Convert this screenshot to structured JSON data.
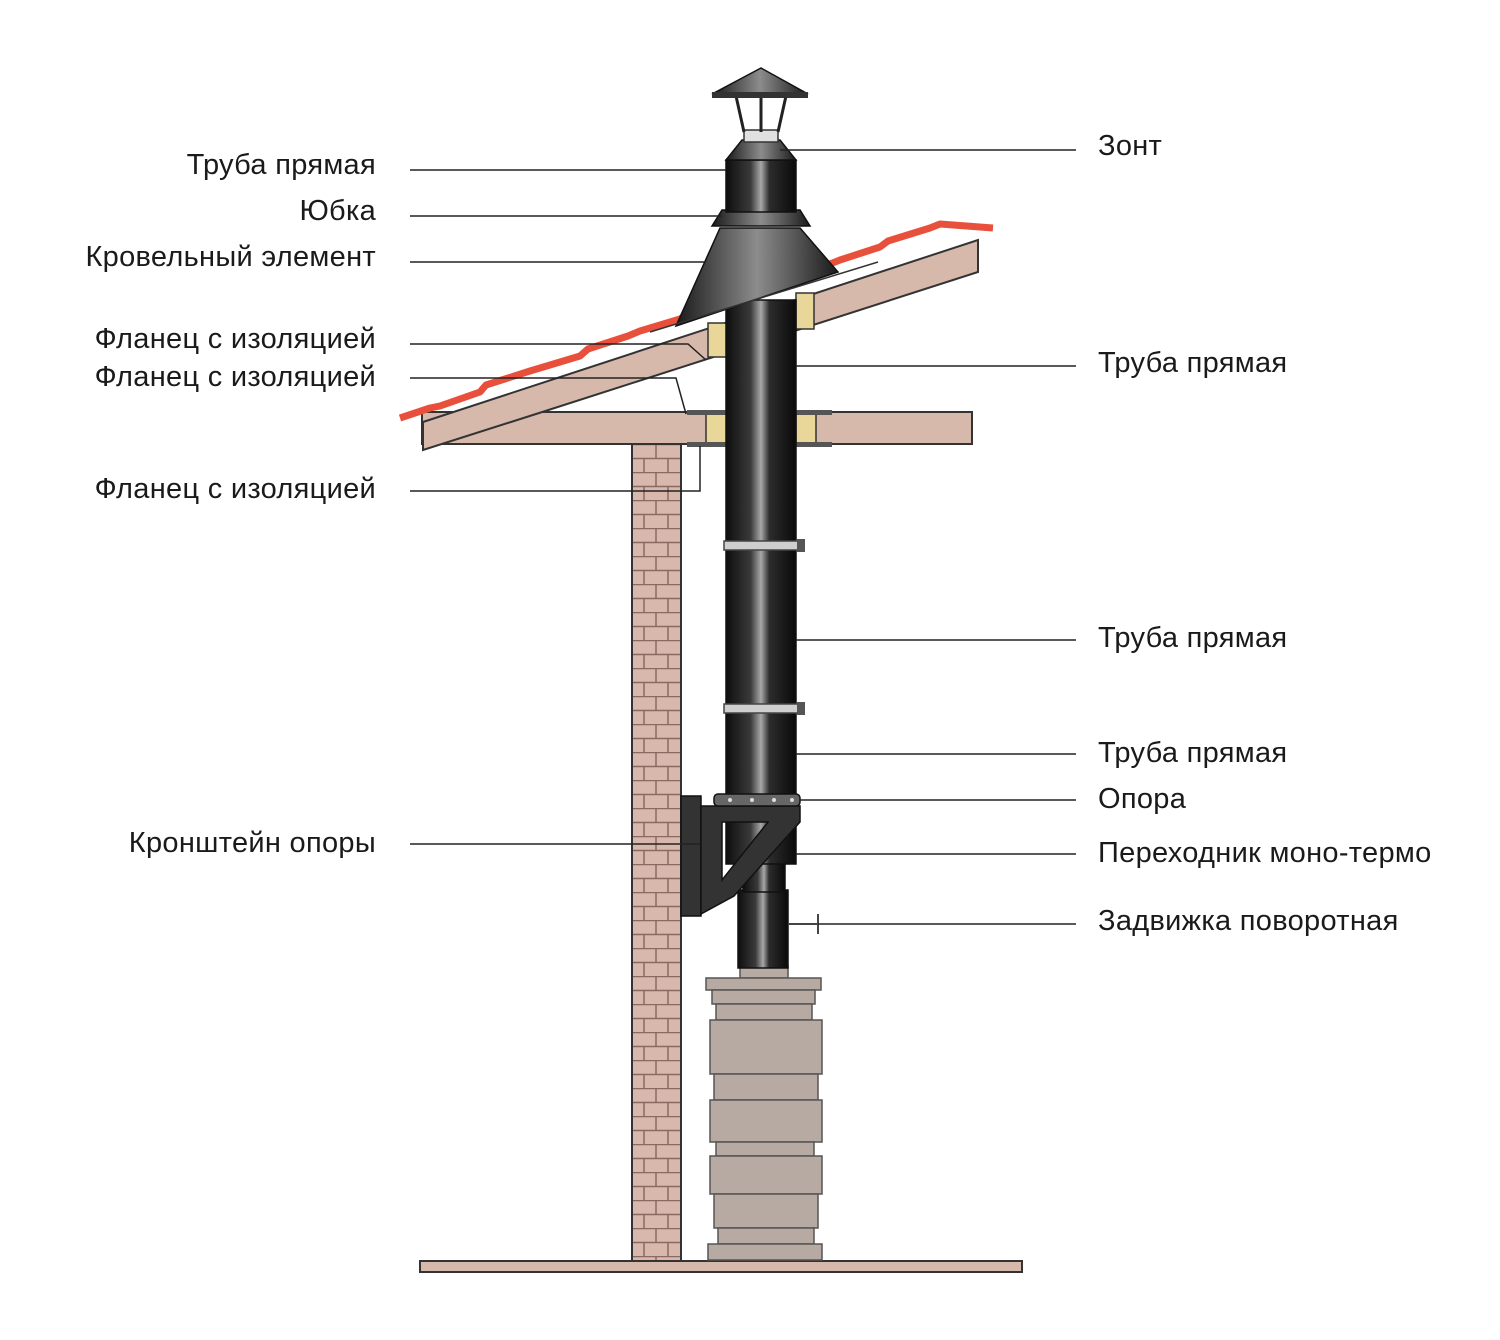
{
  "colors": {
    "pipe_dark": "#1c1c1c",
    "pipe_highlight": "#9a9a9a",
    "brick_fill": "#d8b8ac",
    "brick_line": "#8a6a60",
    "wood": "#d7b9ac",
    "tile": "#e8503c",
    "insulation": "#e9d79a",
    "stove": "#b6aaa2",
    "leader": "#222222"
  },
  "labels": {
    "left": {
      "pipe_top": "Труба прямая",
      "skirt": "Юбка",
      "roof_element": "Кровельный элемент",
      "flange_1": "Фланец с изоляцией",
      "flange_2": "Фланец с изоляцией",
      "flange_3": "Фланец с изоляцией",
      "bracket": "Кронштейн опоры"
    },
    "right": {
      "cap": "Зонт",
      "pipe_attic": "Труба прямая",
      "pipe_mid": "Труба прямая",
      "pipe_low": "Труба прямая",
      "support": "Опора",
      "adapter": "Переходник моно-термо",
      "damper": "Задвижка поворотная"
    }
  }
}
